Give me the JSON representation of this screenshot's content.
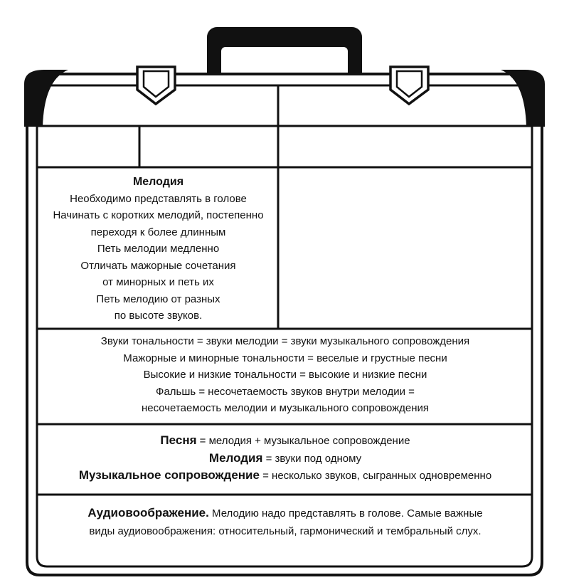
{
  "melody_section": {
    "title": "Мелодия",
    "lines": [
      "Необходимо представлять в голове",
      "Начинать с коротких мелодий, постепенно",
      "переходя к более длинным",
      "Петь мелодии медленно",
      "Отличать мажорные сочетания",
      "от минорных и петь их",
      "Петь мелодию от разных",
      "по высоте звуков."
    ]
  },
  "equivalences": {
    "lines": [
      "Звуки тональности = звуки мелодии = звуки музыкального сопровождения",
      "Мажорные и минорные тональности = веселые и грустные песни",
      "Высокие и низкие тональности = высокие и низкие песни",
      "Фальшь = несочетаемость звуков внутри мелодии =",
      "несочетаемость мелодии и музыкального сопровождения"
    ]
  },
  "definitions": [
    {
      "term": "Песня",
      "text": " = мелодия + музыкальное сопровождение"
    },
    {
      "term": "Мелодия",
      "text": " = звуки под одному"
    },
    {
      "term": "Музыкальное сопровождение",
      "text": " = несколько звуков, сыгранных одновременно"
    }
  ],
  "audio_imagination": {
    "term": "Аудиовоображение.",
    "line1": " Мелодию надо представлять в голове. Самые важные",
    "line2": "виды аудиовоображения: относительный, гармонический и тембральный слух."
  },
  "colors": {
    "ink": "#111111",
    "paper": "#ffffff"
  }
}
